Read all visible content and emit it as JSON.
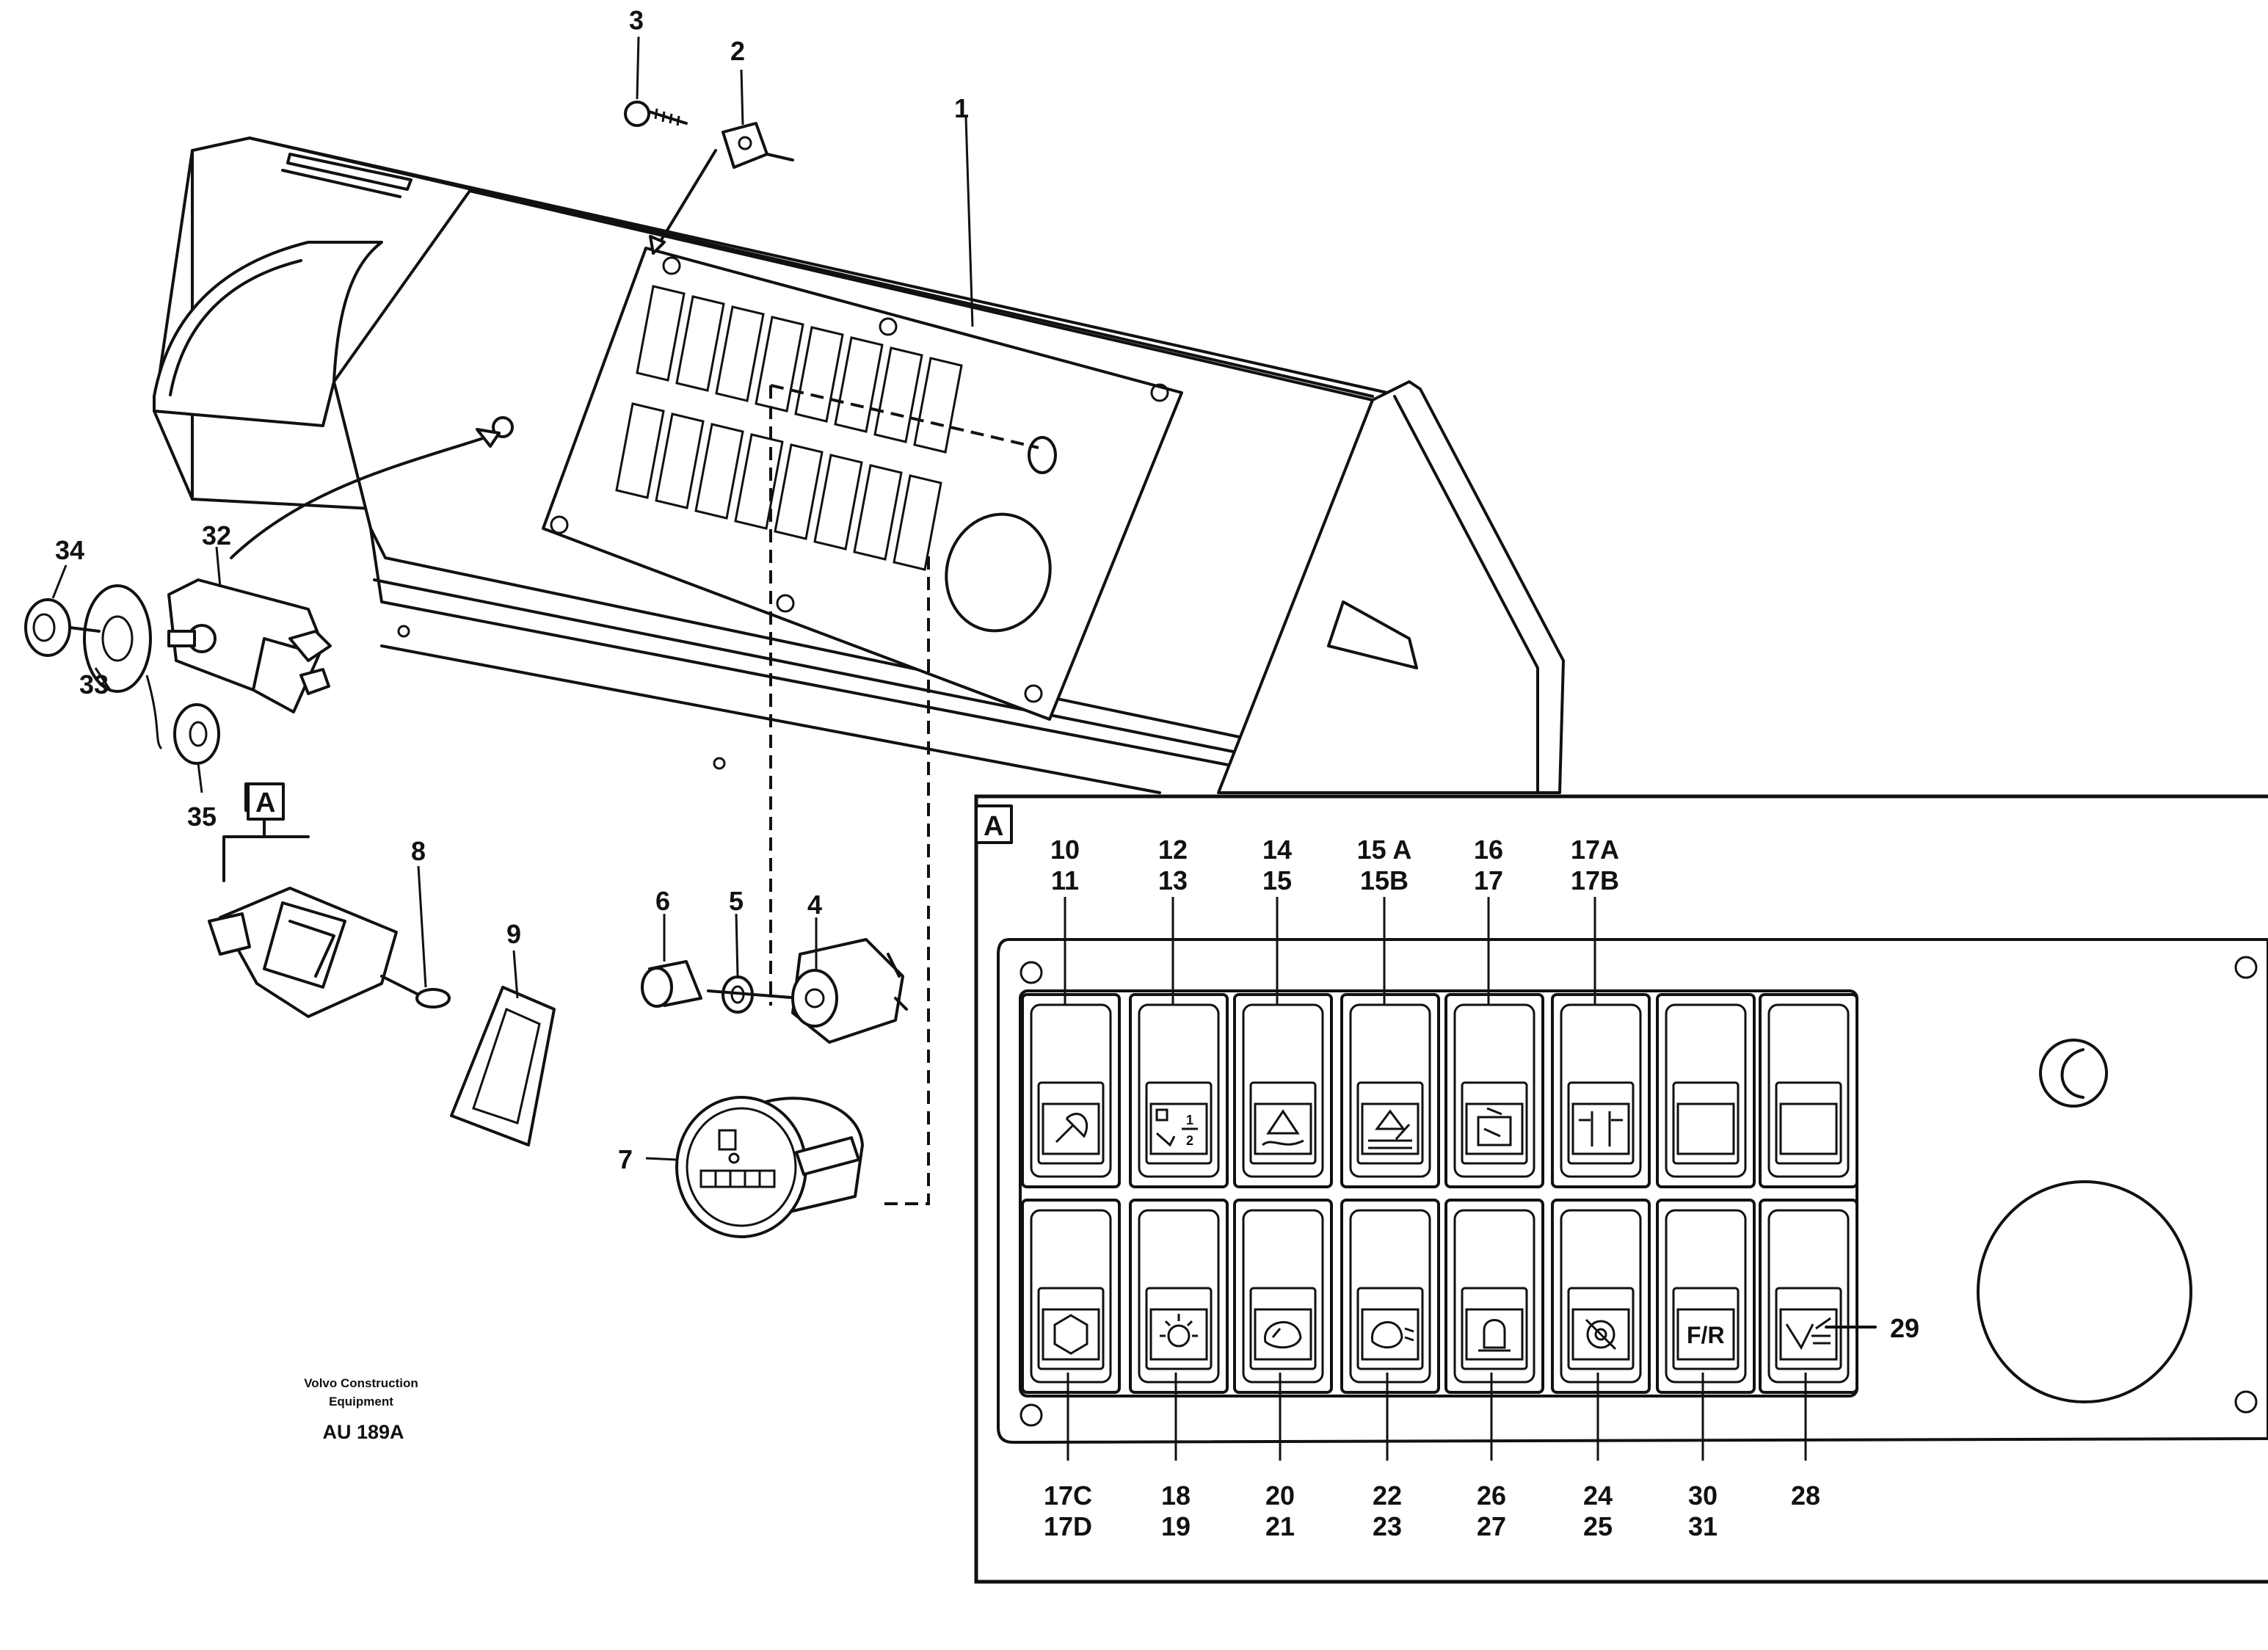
{
  "callouts": {
    "c1": "1",
    "c2": "2",
    "c3": "3",
    "c4": "4",
    "c5": "5",
    "c6": "6",
    "c7": "7",
    "c8": "8",
    "c9": "9",
    "c32": "32",
    "c33": "33",
    "c34": "34",
    "c35": "35"
  },
  "view_marker": "A",
  "inset": {
    "title": "A",
    "top_labels": [
      {
        "a": "10",
        "b": "11"
      },
      {
        "a": "12",
        "b": "13"
      },
      {
        "a": "14",
        "b": "15"
      },
      {
        "a": "15 A",
        "b": "15B"
      },
      {
        "a": "16",
        "b": "17"
      },
      {
        "a": "17A",
        "b": "17B"
      }
    ],
    "bottom_labels": [
      {
        "a": "17C",
        "b": "17D"
      },
      {
        "a": "18",
        "b": "19"
      },
      {
        "a": "20",
        "b": "21"
      },
      {
        "a": "22",
        "b": "23"
      },
      {
        "a": "26",
        "b": "27"
      },
      {
        "a": "24",
        "b": "25"
      },
      {
        "a": "30",
        "b": "31"
      },
      {
        "a": "28",
        "b": ""
      }
    ],
    "side_label": "29",
    "top_row_icons": [
      "wiper-icon",
      "lock-half-icon",
      "pump-icon",
      "pump-level-icon",
      "seat-icon",
      "width-icon",
      "blank-icon",
      "blank-icon"
    ],
    "bottom_row_icons": [
      "hex-light-icon",
      "work-light-icon",
      "headlight-icon",
      "headlight-beam-icon",
      "beacon-icon",
      "gear-icon",
      "fr-icon",
      "bucket-icon"
    ],
    "fr_text": "F/R",
    "half_text": "1\n2"
  },
  "brand": {
    "line1": "Volvo Construction",
    "line2": "Equipment"
  },
  "drawing_number": "AU 189A"
}
